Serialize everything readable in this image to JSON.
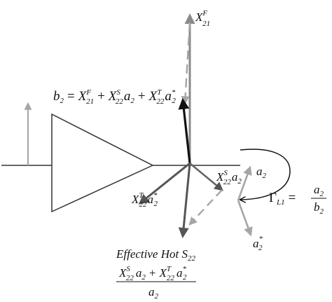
{
  "diagram": {
    "top_vector_label": {
      "base": "X",
      "sup": "F",
      "sub": "21"
    },
    "b2_equation": {
      "lhs": "b",
      "lhs_sub": "2",
      "t1": {
        "base": "X",
        "sup": "F",
        "sub": "21"
      },
      "t2": {
        "base": "X",
        "sup": "S",
        "sub": "22",
        "mul": "a",
        "mul_sub": "2"
      },
      "t3": {
        "base": "X",
        "sup": "T",
        "sub": "22",
        "mul": "a",
        "mul_sub": "2",
        "mul_sup": "*"
      },
      "eq": "=",
      "plus": "+"
    },
    "xs22_label": {
      "base": "X",
      "sup": "S",
      "sub": "22",
      "mul": "a",
      "mul_sub": "2"
    },
    "a2_label": {
      "base": "a",
      "sub": "2"
    },
    "a2_conj_label": {
      "base": "a",
      "sub": "2",
      "sup": "*"
    },
    "xt22_label": {
      "base": "X",
      "sup": "T",
      "sub": "22",
      "mul": "a",
      "mul_sub": "2",
      "mul_sup": "*"
    },
    "gamma_label": {
      "sym": "Γ",
      "sub": "L1",
      "eq": "=",
      "num": "a",
      "num_sub": "2",
      "den": "b",
      "den_sub": "2"
    },
    "hot_s22": {
      "title": "Effective Hot S",
      "title_sub": "22",
      "num_t1": {
        "base": "X",
        "sup": "S",
        "sub": "22",
        "mul": "a",
        "mul_sub": "2"
      },
      "plus": "+",
      "num_t2": {
        "base": "X",
        "sup": "T",
        "sub": "22",
        "mul": "a",
        "mul_sub": "2",
        "mul_sup": "*"
      },
      "den": "a",
      "den_sub": "2"
    }
  },
  "colors": {
    "black": "#111111",
    "dark_gray": "#555555",
    "gray": "#8a8a8a",
    "light_gray": "#a6a6a6"
  }
}
